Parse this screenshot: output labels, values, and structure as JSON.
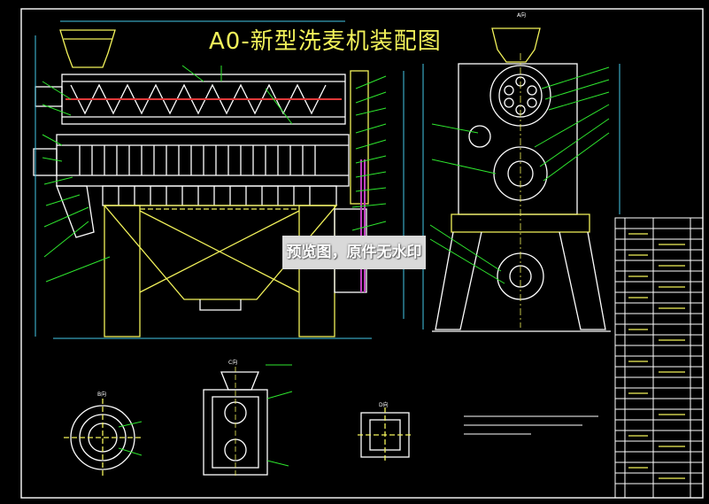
{
  "title": "A0-新型洗麦机装配图",
  "watermark": "预览图，原件无水印",
  "view_labels": {
    "a": "A向",
    "b": "B向",
    "c": "C向",
    "d": "D向"
  },
  "colors": {
    "background": "#000000",
    "outline": "#ffffff",
    "highlight": "#f2f25a",
    "leader": "#2ee62e",
    "dimension": "#44c8e8",
    "auger": "#e03a3a",
    "hatch": "#c040c0"
  }
}
